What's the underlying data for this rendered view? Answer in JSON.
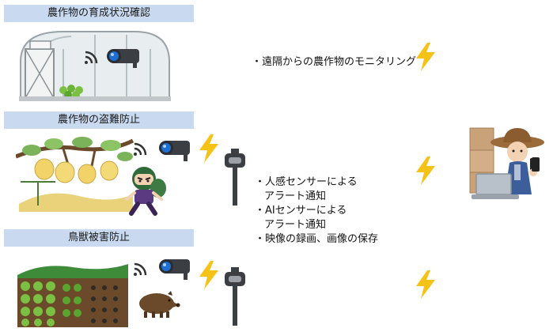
{
  "sections": [
    {
      "header": "農作物の育成状況確認"
    },
    {
      "header": "農作物の盗難防止"
    },
    {
      "header": "鳥獣被害防止"
    }
  ],
  "monitoring_text": "・遠隔からの農作物のモニタリング",
  "features": [
    "・人感センサーによる",
    "アラート通知",
    "・AIセンサーによる",
    "アラート通知",
    "・映像の録画、画像の保存"
  ],
  "colors": {
    "header_bg": "#c9daf0",
    "lightning": "#f5c218",
    "camera_lens": "#1f6fd1"
  },
  "icons": [
    "greenhouse-icon",
    "camera-icon",
    "wifi-icon",
    "lightning-icon",
    "sensor-pole-icon",
    "pear-tree-icon",
    "thief-icon",
    "vegetable-field-icon",
    "boar-icon",
    "farmer-icon",
    "laptop-icon",
    "smartphone-icon"
  ]
}
